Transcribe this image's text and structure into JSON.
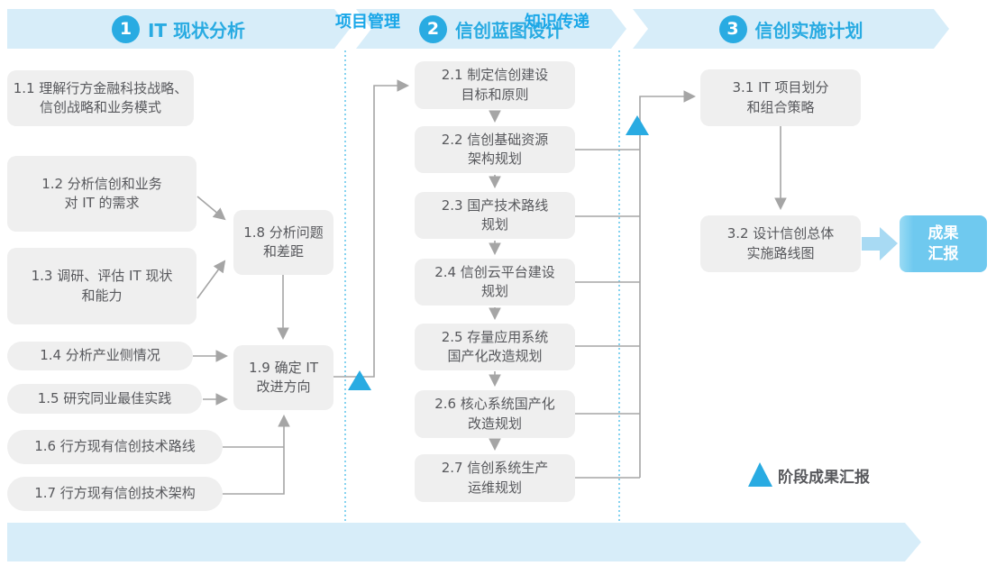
{
  "phases": [
    {
      "number": "1",
      "title": "IT 现状分析"
    },
    {
      "number": "2",
      "title": "信创蓝图设计"
    },
    {
      "number": "3",
      "title": "信创实施计划"
    }
  ],
  "tasks": {
    "t11": "1.1 理解行方金融科技战略、\n信创战略和业务模式",
    "t12": "1.2 分析信创和业务\n对 IT 的需求",
    "t13": "1.3 调研、评估 IT 现状\n和能力",
    "t14": "1.4 分析产业侧情况",
    "t15": "1.5 研究同业最佳实践",
    "t16": "1.6 行方现有信创技术路线",
    "t17": "1.7 行方现有信创技术架构",
    "t18": "1.8 分析问题\n和差距",
    "t19": "1.9 确定 IT\n改进方向",
    "t21": "2.1 制定信创建设\n目标和原则",
    "t22": "2.2 信创基础资源\n架构规划",
    "t23": "2.3 国产技术路线\n规划",
    "t24": "2.4 信创云平台建设\n规划",
    "t25": "2.5 存量应用系统\n国产化改造规划",
    "t26": "2.6 核心系统国产化\n改造规划",
    "t27": "2.7 信创系统生产\n运维规划",
    "t31": "3.1 IT 项目划分\n和组合策略",
    "t32": "3.2 设计信创总体\n实施路线图"
  },
  "result_label": "成果\n汇报",
  "legend": {
    "milestone": "阶段成果汇报"
  },
  "footer": {
    "items": [
      "项目管理",
      "知识传递"
    ]
  },
  "colors": {
    "accent": "#29abe2",
    "banner_bg": "#d7edf9",
    "box_bg": "#efefef",
    "box_text": "#57585c",
    "connector": "#a5a5a5",
    "result_bg": "#6fc9ef",
    "fat_arrow": "#a8daf3"
  }
}
